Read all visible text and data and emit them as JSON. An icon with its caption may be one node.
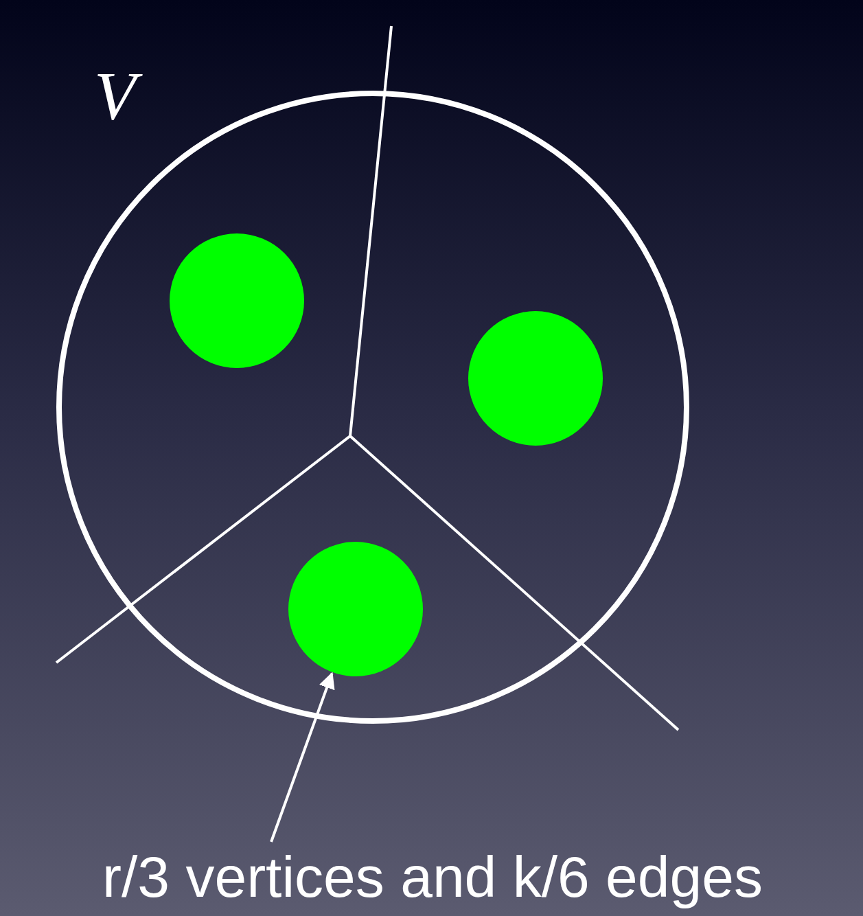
{
  "diagram": {
    "nodes": [
      {
        "text": [
          "V"
        ]
      },
      {
        "text": [],
        "shape": "circle",
        "in": 0
      },
      {
        "text": [],
        "shape": "circle",
        "in": 0
      },
      {
        "text": [],
        "shape": "circle",
        "in": 0
      },
      {
        "text": [
          "r/3 vertices and k/6 edges"
        ]
      }
    ],
    "edges": [
      {
        "from": 4,
        "to": 2,
        "arrow": "to"
      }
    ]
  }
}
